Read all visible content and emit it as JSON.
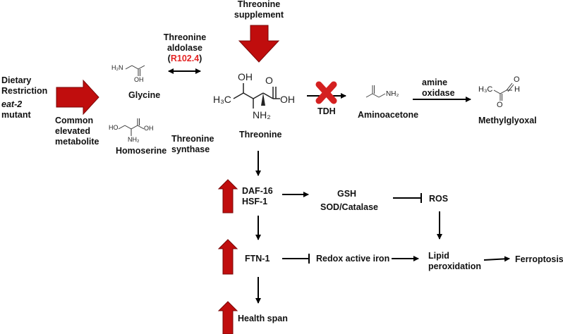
{
  "labels": {
    "dietary_line1": "Dietary",
    "dietary_line2": "Restriction",
    "eat2": "eat-2",
    "mutant": "mutant",
    "common_line1": "Common",
    "common_line2": "elevated",
    "common_line3": "metabolite",
    "supplement_line1": "Threonine",
    "supplement_line2": "supplement",
    "aldolase_line1": "Threonine",
    "aldolase_line2": "aldolase",
    "aldolase_gene_open": "(",
    "aldolase_gene": "R102.4",
    "aldolase_gene_close": ")",
    "glycine": "Glycine",
    "homoserine": "Homoserine",
    "synthase_line1": "Threonine",
    "synthase_line2": "synthase",
    "threonine": "Threonine",
    "tdh": "TDH",
    "aminoacetone": "Aminoacetone",
    "amine_line1": "amine",
    "amine_line2": "oxidase",
    "methylglyoxal": "Methylglyoxal",
    "daf16": "DAF-16",
    "hsf1": "HSF-1",
    "gsh": "GSH",
    "sod": "SOD/Catalase",
    "ros": "ROS",
    "ftn1": "FTN-1",
    "redox": "Redox active iron",
    "lipid_line1": "Lipid",
    "lipid_line2": "peroxidation",
    "ferroptosis": "Ferroptosis",
    "healthspan": "Health span"
  },
  "chem": {
    "h2n": "H₂N",
    "oh": "OH",
    "ho": "HO",
    "nh2": "NH₂",
    "h3c": "H₃C",
    "h": "H",
    "o": "O"
  },
  "colors": {
    "arrow_red": "#c00d0d",
    "arrow_dark": "#7a0808",
    "cross_red": "#d42020",
    "gene_red": "#e32525",
    "text": "#111111"
  }
}
